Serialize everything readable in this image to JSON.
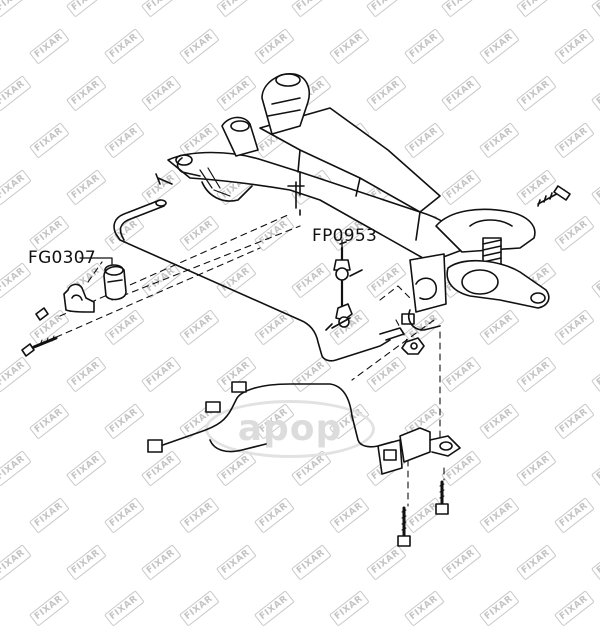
{
  "labels": {
    "part_1": "FG0307",
    "part_2": "FP0953"
  },
  "watermark": {
    "text": "FIXAR",
    "color": "#c4c4c4"
  },
  "logo": {
    "text": "apop",
    "color": "#dcdcdc"
  },
  "colors": {
    "line": "#111111",
    "background": "#ffffff"
  }
}
